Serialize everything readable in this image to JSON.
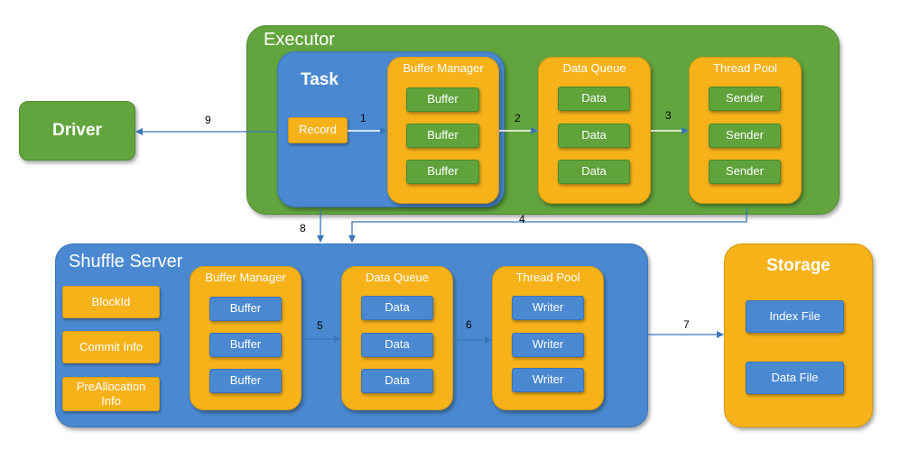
{
  "executor": {
    "title": "Executor"
  },
  "driver": {
    "title": "Driver"
  },
  "task": {
    "title": "Task",
    "record": "Record"
  },
  "executor_buffer_manager": {
    "title": "Buffer Manager",
    "items": [
      "Buffer",
      "Buffer",
      "Buffer"
    ]
  },
  "executor_data_queue": {
    "title": "Data Queue",
    "items": [
      "Data",
      "Data",
      "Data"
    ]
  },
  "executor_thread_pool": {
    "title": "Thread Pool",
    "items": [
      "Sender",
      "Sender",
      "Sender"
    ]
  },
  "shuffle_server": {
    "title": "Shuffle Server",
    "info": [
      "BlockId",
      "Commit Info",
      "PreAllocation Info"
    ]
  },
  "server_buffer_manager": {
    "title": "Buffer Manager",
    "items": [
      "Buffer",
      "Buffer",
      "Buffer"
    ]
  },
  "server_data_queue": {
    "title": "Data Queue",
    "items": [
      "Data",
      "Data",
      "Data"
    ]
  },
  "server_thread_pool": {
    "title": "Thread Pool",
    "items": [
      "Writer",
      "Writer",
      "Writer"
    ]
  },
  "storage": {
    "title": "Storage",
    "items": [
      "Index File",
      "Data File"
    ]
  },
  "arrows": {
    "record_to_buffer": "1",
    "buffer_to_queue": "2",
    "queue_to_sender": "3",
    "sender_to_server": "4",
    "server_buffer_to_queue": "5",
    "server_queue_to_writer": "6",
    "writer_to_storage": "7",
    "task_to_server": "8",
    "executor_to_driver": "9"
  },
  "colors": {
    "green": "#62a53e",
    "blue": "#4a89d2",
    "orange": "#f7b21a",
    "arrow": "#3a74b8"
  }
}
